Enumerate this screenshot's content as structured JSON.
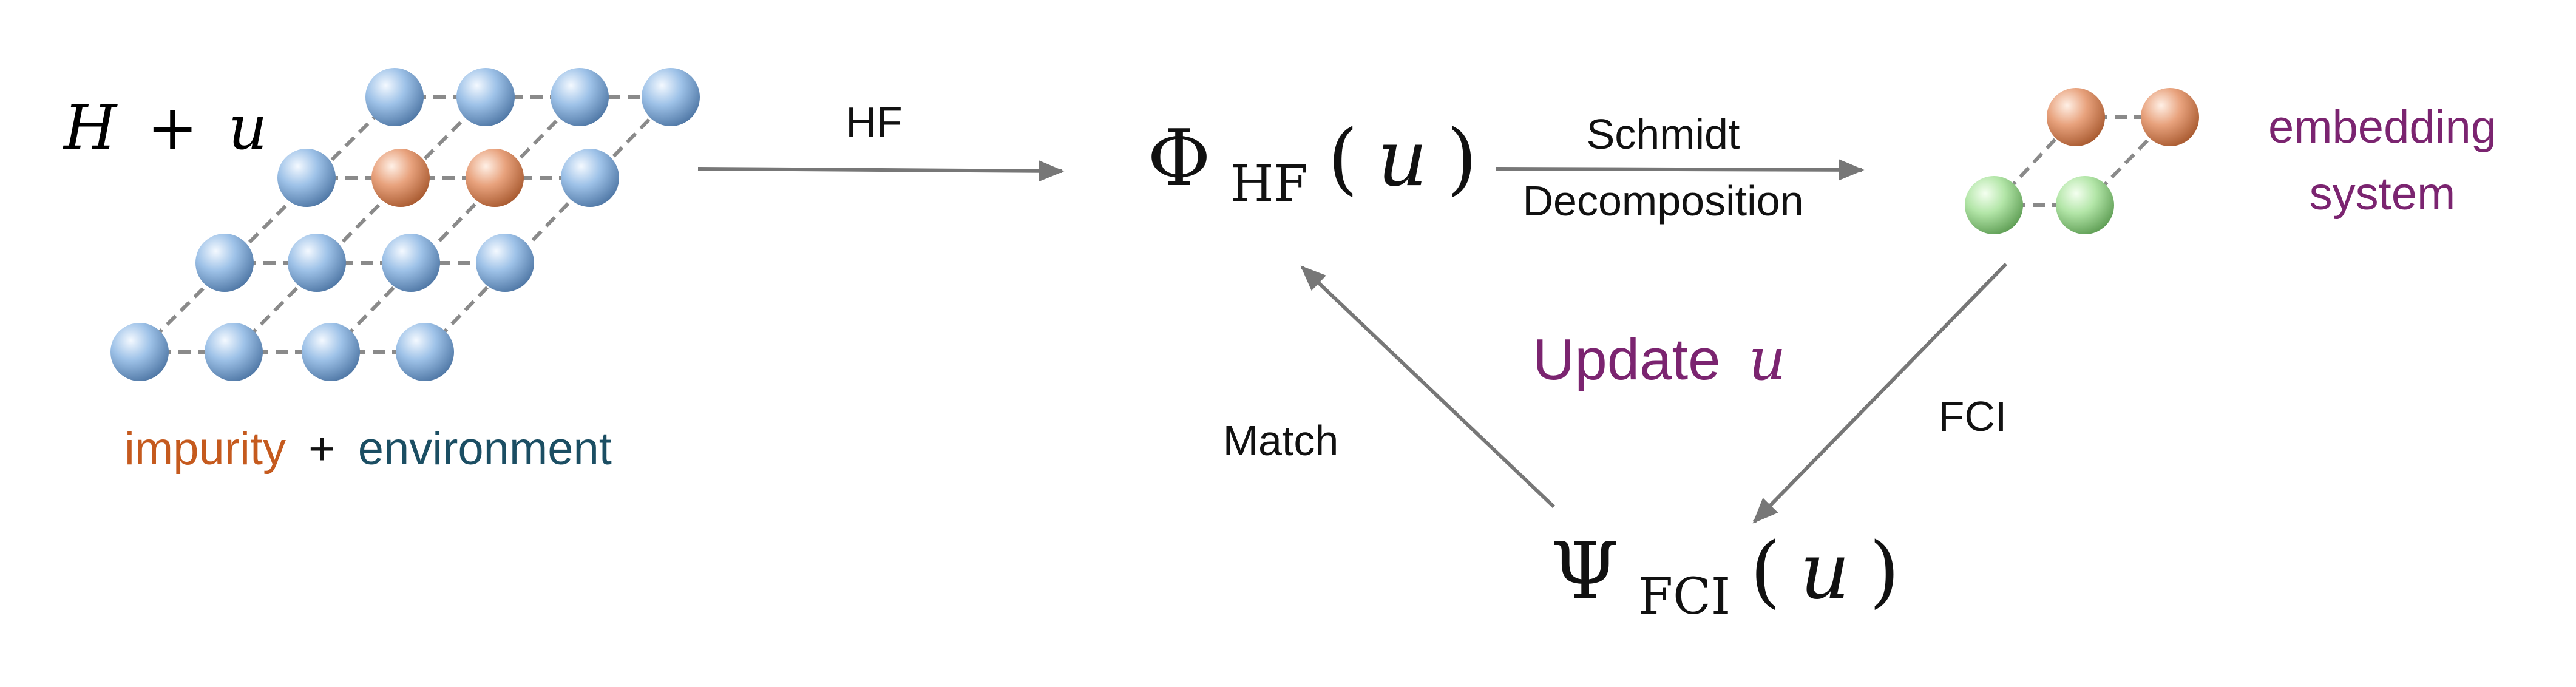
{
  "hamiltonian": {
    "H": "H",
    "plus": "+",
    "u": "u"
  },
  "legend": {
    "impurity": "impurity",
    "plus": "+",
    "environment": "environment"
  },
  "edges": {
    "hf": "HF",
    "schmidt_line1": "Schmidt",
    "schmidt_line2": "Decomposition",
    "fci": "FCI",
    "match": "Match"
  },
  "nodes": {
    "phi": {
      "symbol": "Φ",
      "subscript": "HF",
      "open": "(",
      "arg": "u",
      "close": ")"
    },
    "psi": {
      "symbol": "Ψ",
      "subscript": "FCI",
      "open": "(",
      "arg": "u",
      "close": ")"
    }
  },
  "embedding": {
    "line1": "embedding",
    "line2": "system"
  },
  "update": {
    "word": "Update",
    "var": "u"
  },
  "colors": {
    "blue": "#8fb6e0",
    "orange": "#e09a74",
    "green": "#a8df9c",
    "impurity_text": "#c55a1e",
    "environment_text": "#1b4e63",
    "purple": "#7b2470",
    "arrow": "#777777",
    "text": "#111111"
  }
}
